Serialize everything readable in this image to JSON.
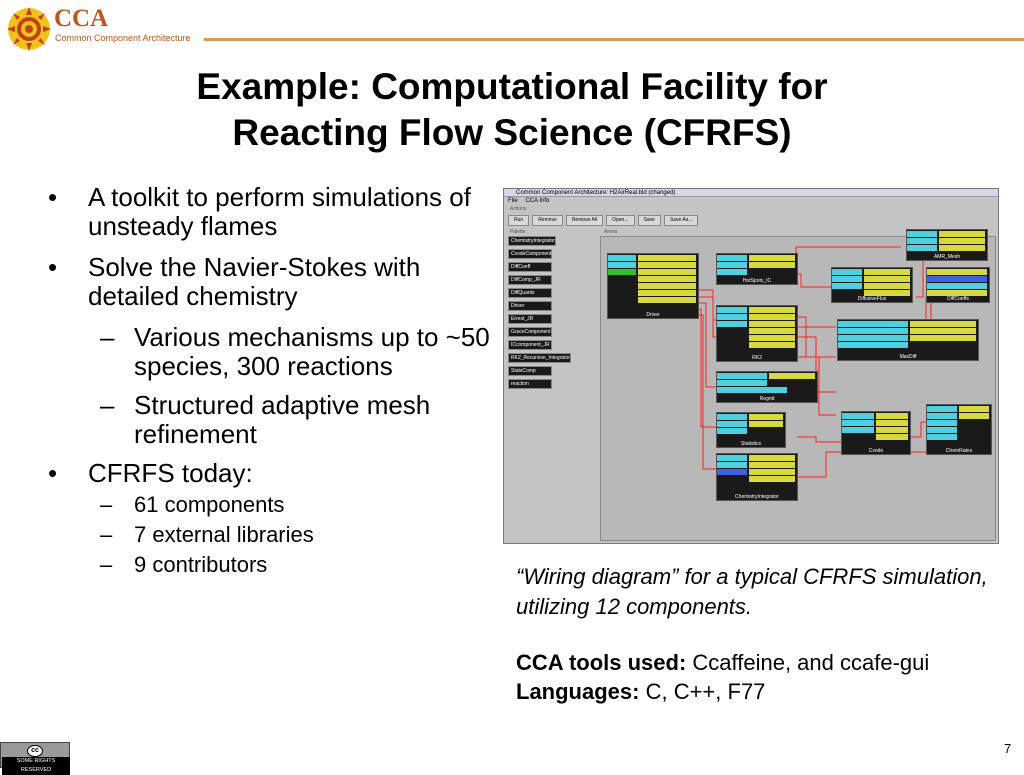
{
  "brand": {
    "name": "CCA",
    "subtitle": "Common Component Architecture"
  },
  "title": {
    "line1": "Example: Computational Facility for",
    "line2": "Reacting Flow Science (CFRFS)"
  },
  "bullets": {
    "b1": "A toolkit to perform simulations of unsteady flames",
    "b2": "Solve the Navier-Stokes with detailed chemistry",
    "b2_sub1": "Various  mechanisms up to ~50 species, 300 reactions",
    "b2_sub2": "Structured adaptive mesh refinement",
    "b3": "CFRFS today:",
    "b3_sub1": "61 components",
    "b3_sub2": "7 external libraries",
    "b3_sub3": "9 contributors"
  },
  "screenshot": {
    "window_title": "Common Component Architecture: H2AirReal.bld (changed)",
    "menu": [
      "File",
      "CCA Info"
    ],
    "actions_label": "Actions",
    "toolbar": [
      "Run",
      "Remove",
      "Remove All",
      "Open...",
      "Save",
      "Save As..."
    ],
    "palette_label": "Palette",
    "arena_label": "Arena",
    "palette": [
      "ChemistryIntegrator",
      "CvodeComponent",
      "DiffCoeff",
      "DiffComp_JR",
      "DiffQuants",
      "Driver",
      "Errest_JR",
      "GraceComponent",
      "ICcomponent_JR",
      "RK2_Recursive_Integrator",
      "StatsComp",
      "reaction"
    ],
    "components": {
      "amr_mesh": "AMR_Mesh",
      "hotspots": "HotSpots_IC",
      "driver": "Driver",
      "diffusive_flux": "DiffusiveFlux",
      "diffcoeffs": "DiffCoeffs",
      "rk2": "RK2",
      "maxdiff": "MaxDiff",
      "regrid": "Regrid",
      "statistics": "Statistics",
      "cvode": "Cvode",
      "chemrates": "ChemRates",
      "chemintegrator": "ChemistryIntegrator"
    }
  },
  "caption": "“Wiring diagram” for a typical CFRFS simulation, utilizing 12 components.",
  "tools": {
    "label1": "CCA tools used:",
    "value1": " Ccaffeine, and ccafe-gui",
    "label2": "Languages:",
    "value2": " C, C++, F77"
  },
  "license": {
    "text": "SOME RIGHTS RESERVED",
    "mark": "cc"
  },
  "page_number": "7",
  "colors": {
    "brand": "#c0551b",
    "rule": "#e39453",
    "port_cyan": "#4fd0e0",
    "port_yellow": "#d8d840",
    "wire": "#ff2020"
  }
}
